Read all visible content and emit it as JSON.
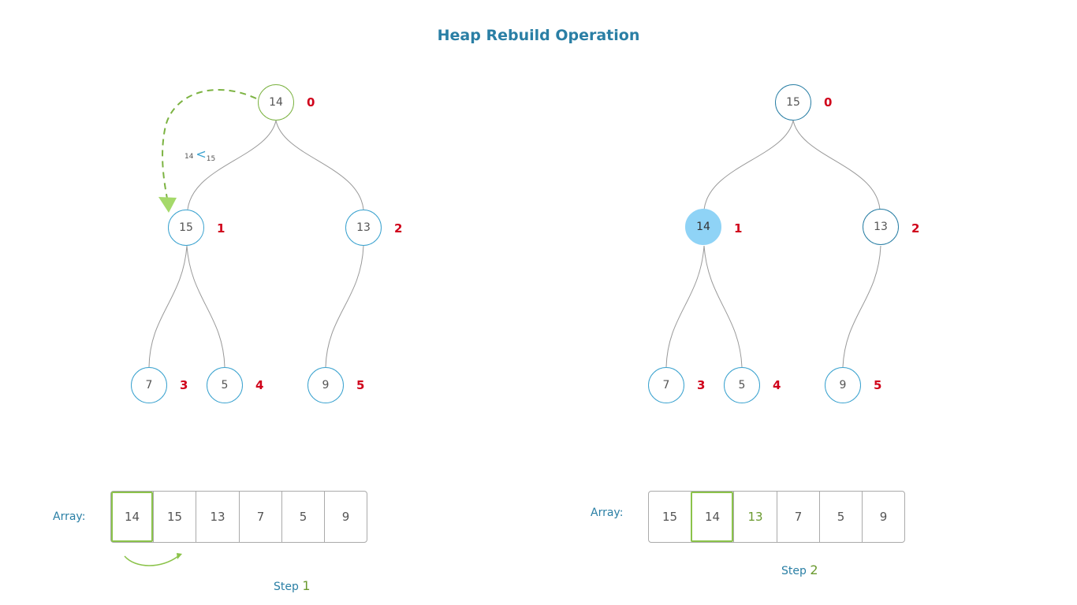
{
  "title": "Heap Rebuild Operation",
  "panels": [
    {
      "nodes": [
        {
          "value": "14",
          "index": "0"
        },
        {
          "value": "15",
          "index": "1"
        },
        {
          "value": "13",
          "index": "2"
        },
        {
          "value": "7",
          "index": "3"
        },
        {
          "value": "5",
          "index": "4"
        },
        {
          "value": "9",
          "index": "5"
        }
      ],
      "comparison": {
        "left": "14",
        "op": "<",
        "right": "15"
      },
      "array_label": "Array:",
      "array": [
        "14",
        "15",
        "13",
        "7",
        "5",
        "9"
      ],
      "step_label": "Step",
      "step_number": "1"
    },
    {
      "nodes": [
        {
          "value": "15",
          "index": "0"
        },
        {
          "value": "14",
          "index": "1"
        },
        {
          "value": "13",
          "index": "2"
        },
        {
          "value": "7",
          "index": "3"
        },
        {
          "value": "5",
          "index": "4"
        },
        {
          "value": "9",
          "index": "5"
        }
      ],
      "array_label": "Array:",
      "array": [
        "15",
        "14",
        "13",
        "7",
        "5",
        "9"
      ],
      "step_label": "Step",
      "step_number": "2"
    }
  ],
  "colors": {
    "title": "#2a7fa5",
    "node_border": "#3aa2cf",
    "active_node": "#7cb342",
    "swapped_node_fill": "#8fd3f6",
    "index_text": "#d0021b",
    "highlight": "#8bc34a"
  }
}
